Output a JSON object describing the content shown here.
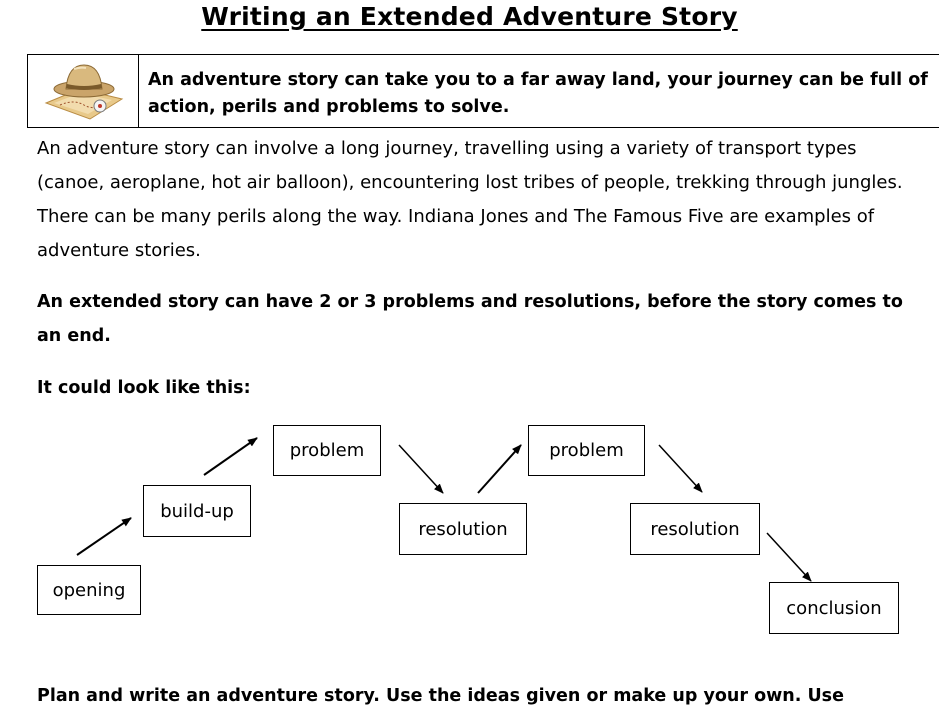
{
  "title": "Writing an Extended Adventure Story",
  "intro": "An adventure story can take you to a far away land, your journey can be full of action, perils and problems to solve.",
  "paragraph1": "An adventure story can involve a long journey, travelling using a variety of transport types (canoe, aeroplane, hot air balloon), encountering lost tribes of people, trekking through jungles.  There can be many perils along the way.  Indiana Jones and The Famous Five are examples of adventure stories.",
  "paragraph2": "An extended story can have 2 or 3 problems and resolutions, before the story comes to an end.",
  "paragraph3": "It could look like this:",
  "diagram": {
    "stages": [
      "opening",
      "build-up",
      "problem",
      "resolution",
      "problem",
      "resolution",
      "conclusion"
    ]
  },
  "paragraph4": "Plan and write an adventure story.  Use the ideas given or make up your own. Use",
  "icons": {
    "intro_image": "explorer-hat-map-icon"
  }
}
